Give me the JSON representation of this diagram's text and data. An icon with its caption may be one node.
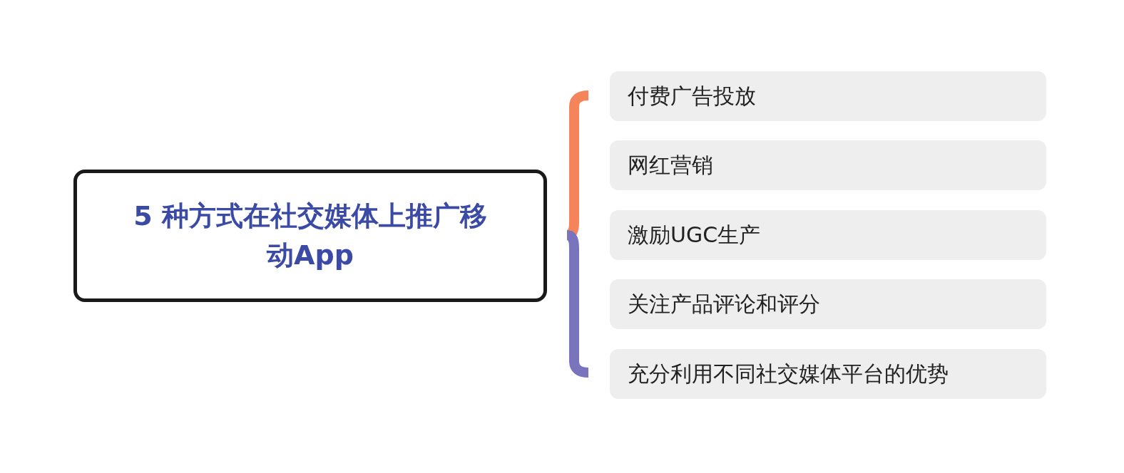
{
  "diagram": {
    "nodes": [
      {
        "text": [
          "5 种方式在社交媒体上推广移动App"
        ]
      },
      {
        "text": [
          "付费广告投放"
        ]
      },
      {
        "text": [
          "网红营销"
        ]
      },
      {
        "text": [
          "激励UGC生产"
        ]
      },
      {
        "text": [
          "关注产品评论和评分"
        ]
      },
      {
        "text": [
          "充分利用不同社交媒体平台的优势"
        ]
      }
    ]
  }
}
